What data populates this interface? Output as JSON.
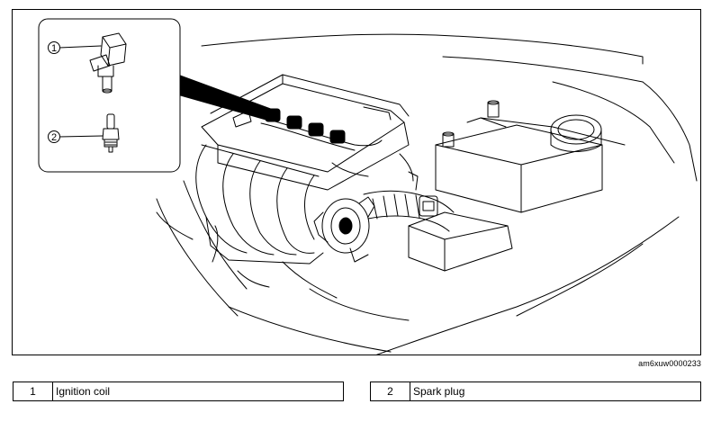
{
  "diagram": {
    "callouts": [
      {
        "number": "1"
      },
      {
        "number": "2"
      }
    ],
    "reference_code": "am6xuw0000233"
  },
  "legend": [
    {
      "number": "1",
      "label": "Ignition coil"
    },
    {
      "number": "2",
      "label": "Spark plug"
    }
  ],
  "colors": {
    "line": "#000000",
    "background": "#ffffff"
  }
}
